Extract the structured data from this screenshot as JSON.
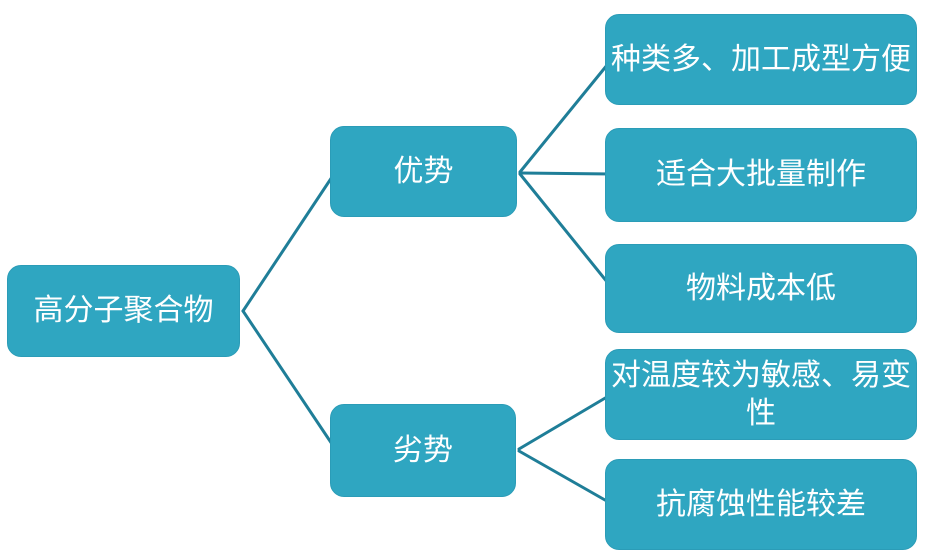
{
  "diagram": {
    "root": {
      "label": "高分子聚合物"
    },
    "branches": [
      {
        "label": "优势",
        "children": [
          "种类多、加工成型方便",
          "适合大批量制作",
          "物料成本低"
        ]
      },
      {
        "label": "劣势",
        "children": [
          "对温度较为敏感、易变性",
          "抗腐蚀性能较差"
        ]
      }
    ]
  },
  "colors": {
    "node_fill": "#2fa6c1",
    "node_border": "#2b9cb7",
    "connector": "#1f7e98",
    "node_text": "#ffffff",
    "background": "#ffffff"
  }
}
